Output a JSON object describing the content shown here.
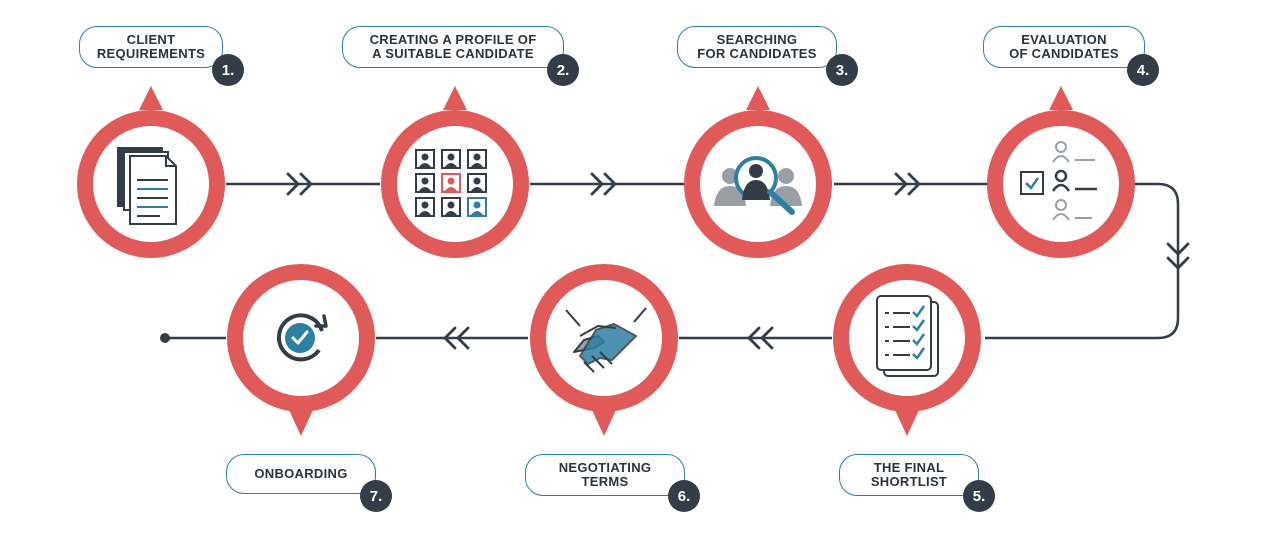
{
  "steps": [
    {
      "label": "CLIENT\nREQUIREMENTS",
      "number": "1.",
      "icon": "document-stack-icon"
    },
    {
      "label": "CREATING A PROFILE OF\nA SUITABLE CANDIDATE",
      "number": "2.",
      "icon": "profile-grid-icon"
    },
    {
      "label": "SEARCHING\nFOR CANDIDATES",
      "number": "3.",
      "icon": "magnifier-person-icon"
    },
    {
      "label": "EVALUATION\nOF CANDIDATES",
      "number": "4.",
      "icon": "checklist-people-icon"
    },
    {
      "label": "THE FINAL\nSHORTLIST",
      "number": "5.",
      "icon": "shortlist-icon"
    },
    {
      "label": "NEGOTIATING\nTERMS",
      "number": "6.",
      "icon": "handshake-icon"
    },
    {
      "label": "ONBOARDING",
      "number": "7.",
      "icon": "check-refresh-icon"
    }
  ],
  "colors": {
    "accent": "#e05a5a",
    "dark": "#333c47",
    "blue": "#2d7fa3",
    "grey": "#9a9fa6"
  }
}
